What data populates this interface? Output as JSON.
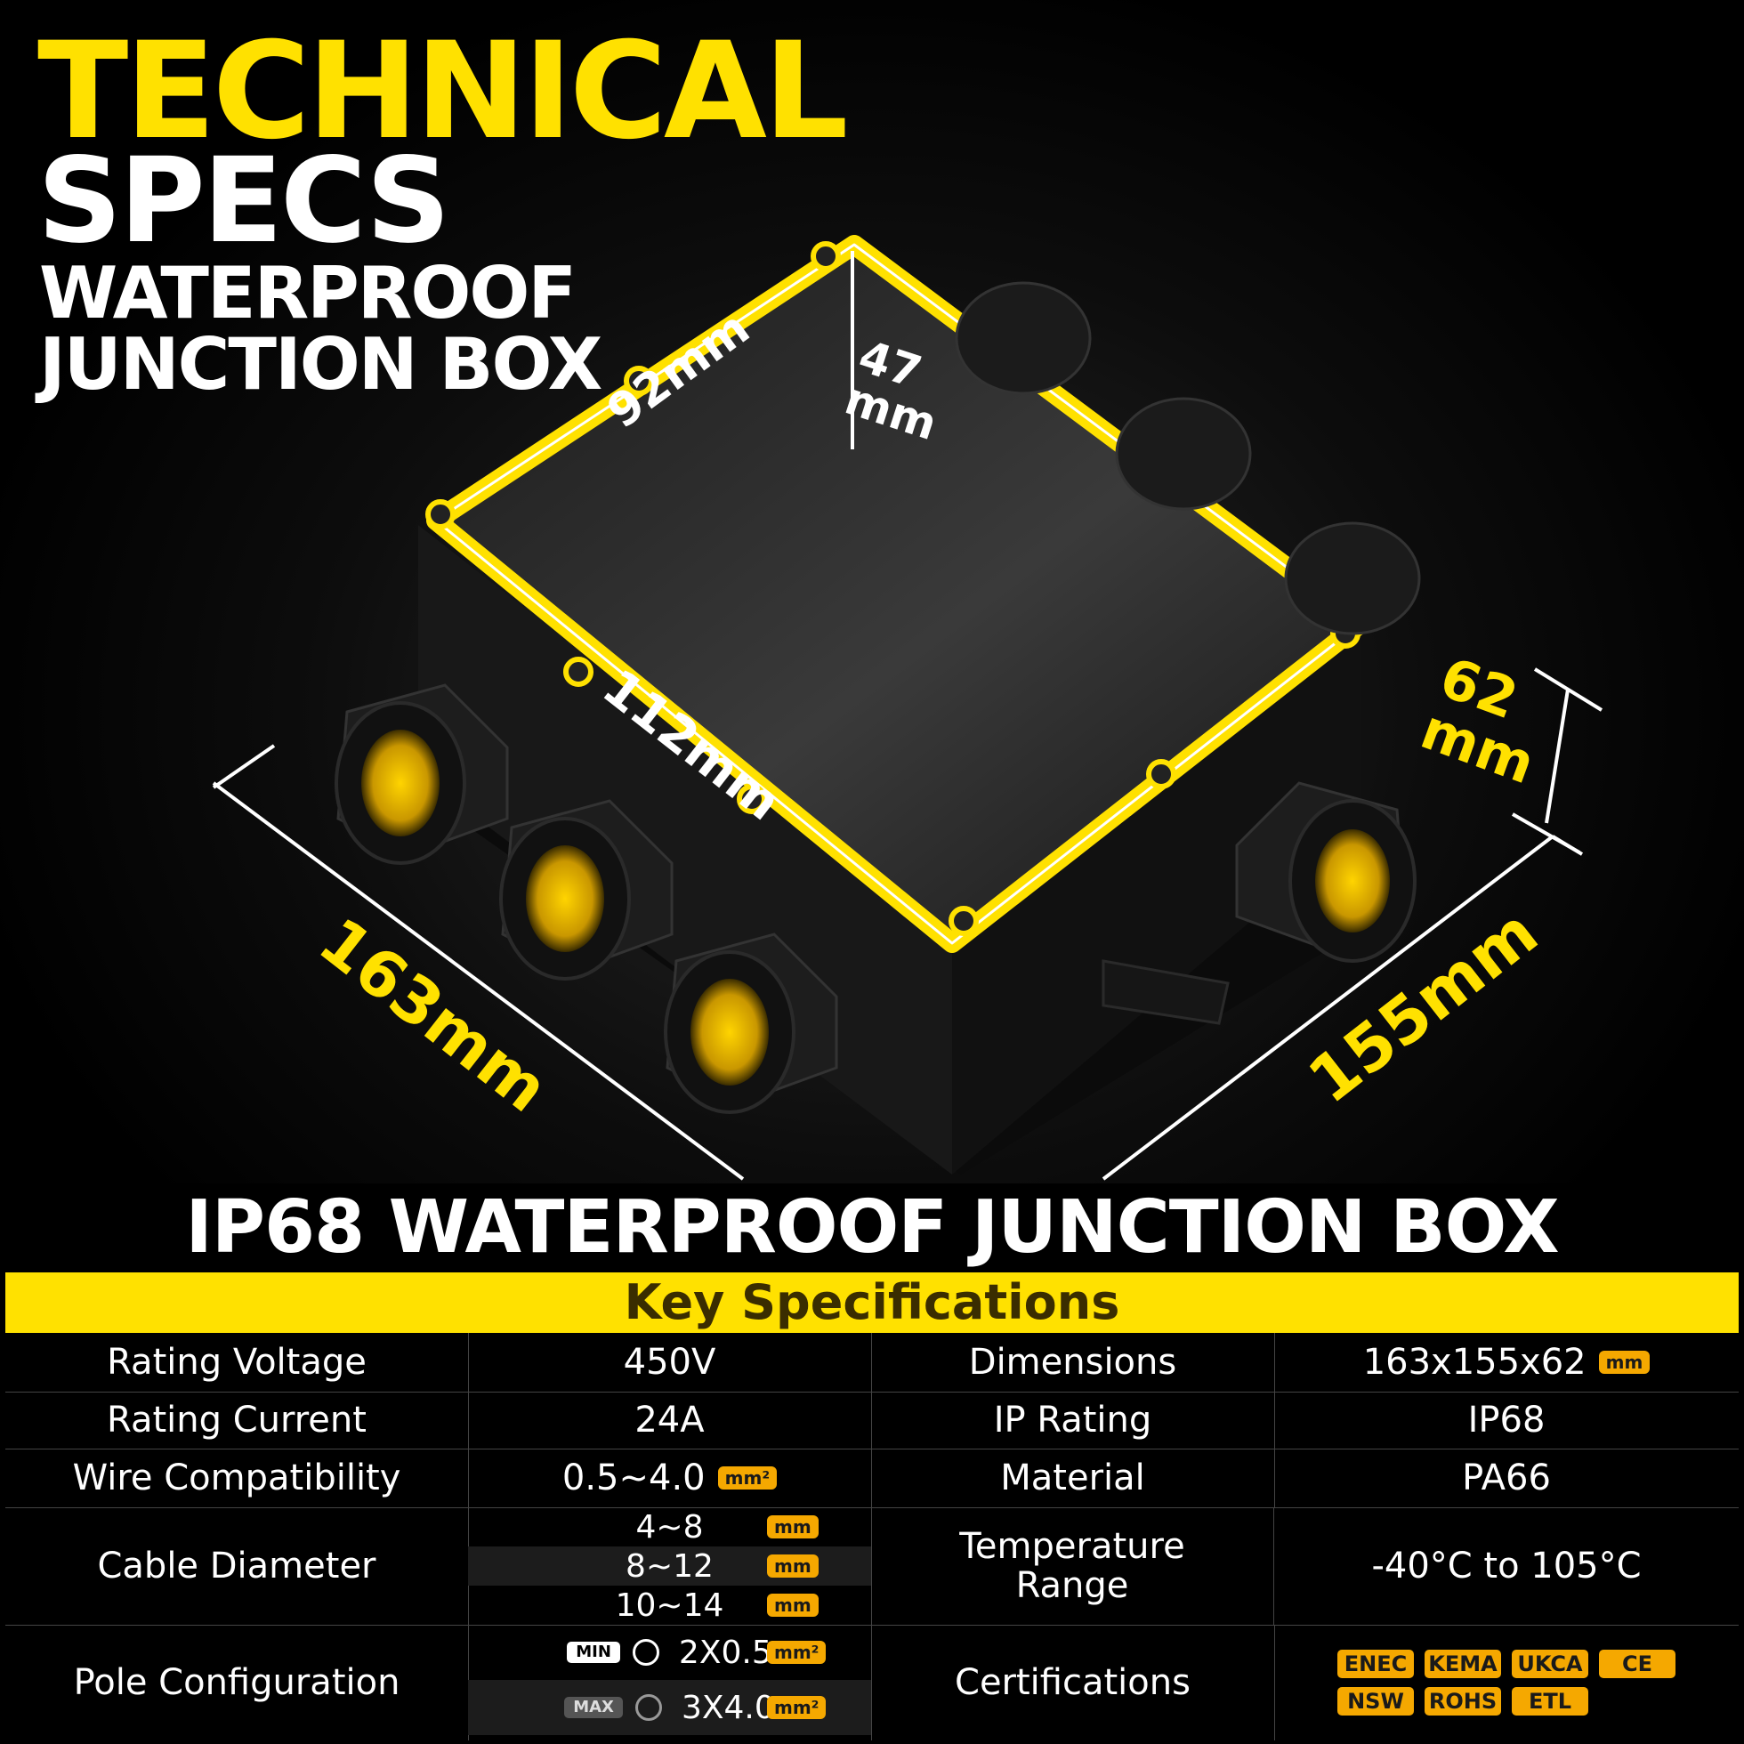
{
  "header": {
    "line1": "TECHNICAL",
    "line2": "SPECS",
    "line3": "WATERPROOF",
    "line4": "JUNCTION BOX"
  },
  "dimensions": {
    "inner_width": "92mm",
    "inner_length": "112mm",
    "inner_depth_value": "47",
    "inner_depth_unit": "mm",
    "height_value": "62",
    "height_unit": "mm",
    "length": "163mm",
    "width": "155mm"
  },
  "table": {
    "title": "IP68 WATERPROOF JUNCTION BOX",
    "subtitle": "Key Specifications",
    "rows": [
      {
        "label": "Rating Voltage",
        "value": "450V",
        "label2": "Dimensions",
        "value2": "163x155x62",
        "unit2": "mm"
      },
      {
        "label": "Rating Current",
        "value": "24A",
        "label2": "IP Rating",
        "value2": "IP68"
      },
      {
        "label": "Wire Compatibility",
        "value": "0.5~4.0",
        "unit": "mm²",
        "label2": "Material",
        "value2": "PA66"
      }
    ],
    "cable": {
      "label": "Cable Diameter",
      "sizes": [
        {
          "value": "4~8",
          "unit": "mm"
        },
        {
          "value": "8~12",
          "unit": "mm"
        },
        {
          "value": "10~14",
          "unit": "mm"
        }
      ],
      "label2": "Temperature Range",
      "value2": "-40°C to 105°C"
    },
    "pole": {
      "label": "Pole Configuration",
      "min_tag": "MIN",
      "min_value": "2X0.5",
      "max_tag": "MAX",
      "max_value": "3X4.0",
      "unit": "mm²",
      "label2": "Certifications",
      "certs": [
        "ENEC",
        "KEMA",
        "UKCA",
        "CE",
        "NSW",
        "ROHS",
        "ETL"
      ]
    }
  },
  "colors": {
    "accent": "#FFE100",
    "badge": "#F5A800",
    "background": "#000000"
  }
}
